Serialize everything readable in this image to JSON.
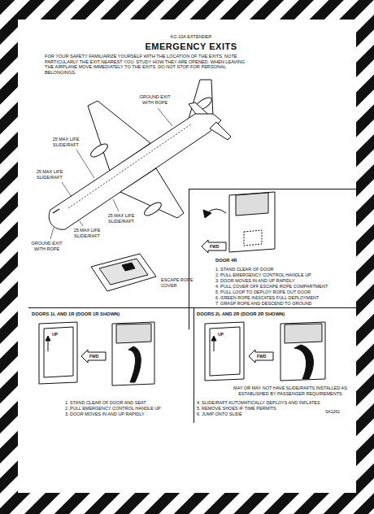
{
  "diagram": {
    "title": "EMERGENCY EXITS",
    "nodes": [
      {
        "text": [
          "DOOR 4R",
          "1. STAND CLEAR OF DOOR",
          "2. PULL EMERGENCY CONTROL HANDLE UP",
          "3. DOOR MOVES IN AND UP RAPIDLY",
          "4. PULL COVER OFF ESCAPE ROPE COMPARTMENT",
          "5. PULL LOOP TO DEPLOY ROPE OUT DOOR",
          "6. GREEN ROPE INDICATES FULL DEPLOYMENT",
          "7. GRASP ROPE AND DESCEND TO GROUND"
        ]
      },
      {
        "text": [
          "DOORS 1L AND 1R (DOOR 1R SHOWN)",
          "1. STAND CLEAR OF DOOR AND SEAT",
          "2. PULL EMERGENCY CONTROL HANDLE UP",
          "3. DOOR MOVES IN AND UP RAPIDLY"
        ]
      },
      {
        "text": [
          "DOORS 2L AND 2R (DOOR 2R SHOWN)",
          "MAY OR MAY NOT HAVE SLIDE/RAFTS INSTALLED AS ESTABLISHED BY PASSENGER REQUIREMENTS",
          "4. SLIDE/RAFT AUTOMATICALLY DEPLOYS AND INFLATES",
          "5. REMOVE SHOES IF TIME PERMITS",
          "6. JUMP ONTO SLIDE"
        ]
      }
    ],
    "labels": [
      "KC-10A EXTENDER",
      "FOR YOUR SAFETY FAMILIARIZE YOURSELF WITH THE LOCATION OF THE EXITS. NOTE PARTICULARLY THE EXIT NEAREST YOU. STUDY HOW THEY ARE OPENED. WHEN LEAVING THE AIRPLANE MOVE IMMEDIATELY TO THE EXITS. DO NOT STOP FOR PERSONAL BELONGINGS.",
      "GROUND EXIT WITH ROPE",
      "25 MAX LIFE SLIDE/RAFT",
      "25 MAX LIFE SLIDE/RAFT",
      "25 MAX LIFE SLIDE/RAFT",
      "25 MAX LIFE SLIDE/RAFT",
      "GROUND EXIT WITH ROPE",
      "ESCAPE ROPE COVER",
      "FWD",
      "FWD",
      "FWD",
      "UP",
      "UP",
      "SA1262"
    ]
  }
}
